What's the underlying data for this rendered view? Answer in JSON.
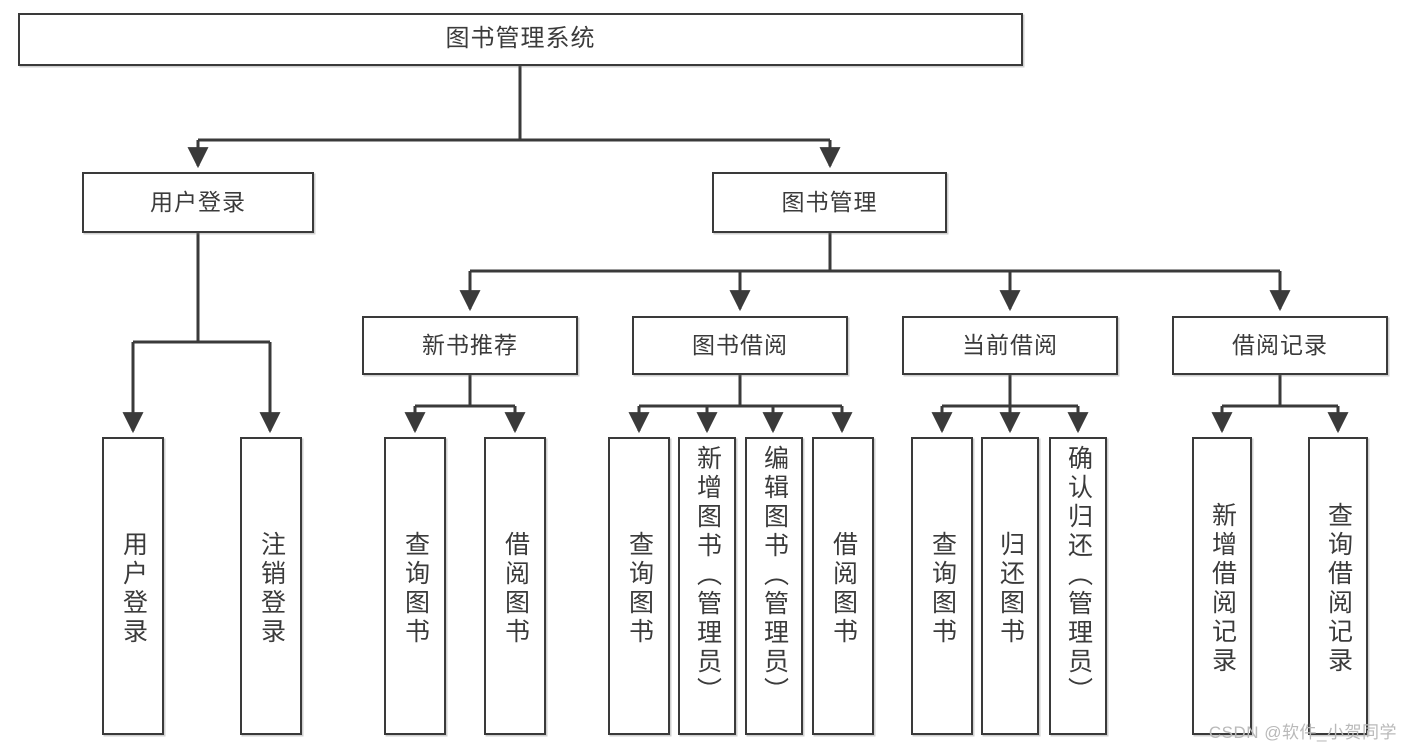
{
  "diagram": {
    "title": "图书管理系统",
    "watermark": "CSDN @软件_小贺同学",
    "colors": {
      "stroke": "#3a3a3a",
      "text": "#3b3b3b",
      "background": "#ffffff",
      "watermark": "#b9b9b9"
    },
    "nodes": {
      "root": {
        "label": "图书管理系统"
      },
      "level2": [
        {
          "id": "user-login",
          "label": "用户登录"
        },
        {
          "id": "book-manage",
          "label": "图书管理"
        }
      ],
      "level3": [
        {
          "id": "new-book-recommend",
          "label": "新书推荐"
        },
        {
          "id": "book-borrow",
          "label": "图书借阅"
        },
        {
          "id": "current-borrow",
          "label": "当前借阅"
        },
        {
          "id": "borrow-record",
          "label": "借阅记录"
        }
      ],
      "leaves": {
        "user-login": [
          {
            "id": "leaf-user-login",
            "label": "用户登录"
          },
          {
            "id": "leaf-user-logout",
            "label": "注销登录"
          }
        ],
        "new-book-recommend": [
          {
            "id": "leaf-query-book-1",
            "label": "查询图书"
          },
          {
            "id": "leaf-borrow-book-1",
            "label": "借阅图书"
          }
        ],
        "book-borrow": [
          {
            "id": "leaf-query-book-2",
            "label": "查询图书"
          },
          {
            "id": "leaf-add-book",
            "label": "新增图书（管理员）"
          },
          {
            "id": "leaf-edit-book",
            "label": "编辑图书（管理员）"
          },
          {
            "id": "leaf-borrow-book-2",
            "label": "借阅图书"
          }
        ],
        "current-borrow": [
          {
            "id": "leaf-query-book-3",
            "label": "查询图书"
          },
          {
            "id": "leaf-return-book",
            "label": "归还图书"
          },
          {
            "id": "leaf-confirm-return",
            "label": "确认归还（管理员）"
          }
        ],
        "borrow-record": [
          {
            "id": "leaf-add-record",
            "label": "新增借阅记录"
          },
          {
            "id": "leaf-query-record",
            "label": "查询借阅记录"
          }
        ]
      }
    }
  }
}
